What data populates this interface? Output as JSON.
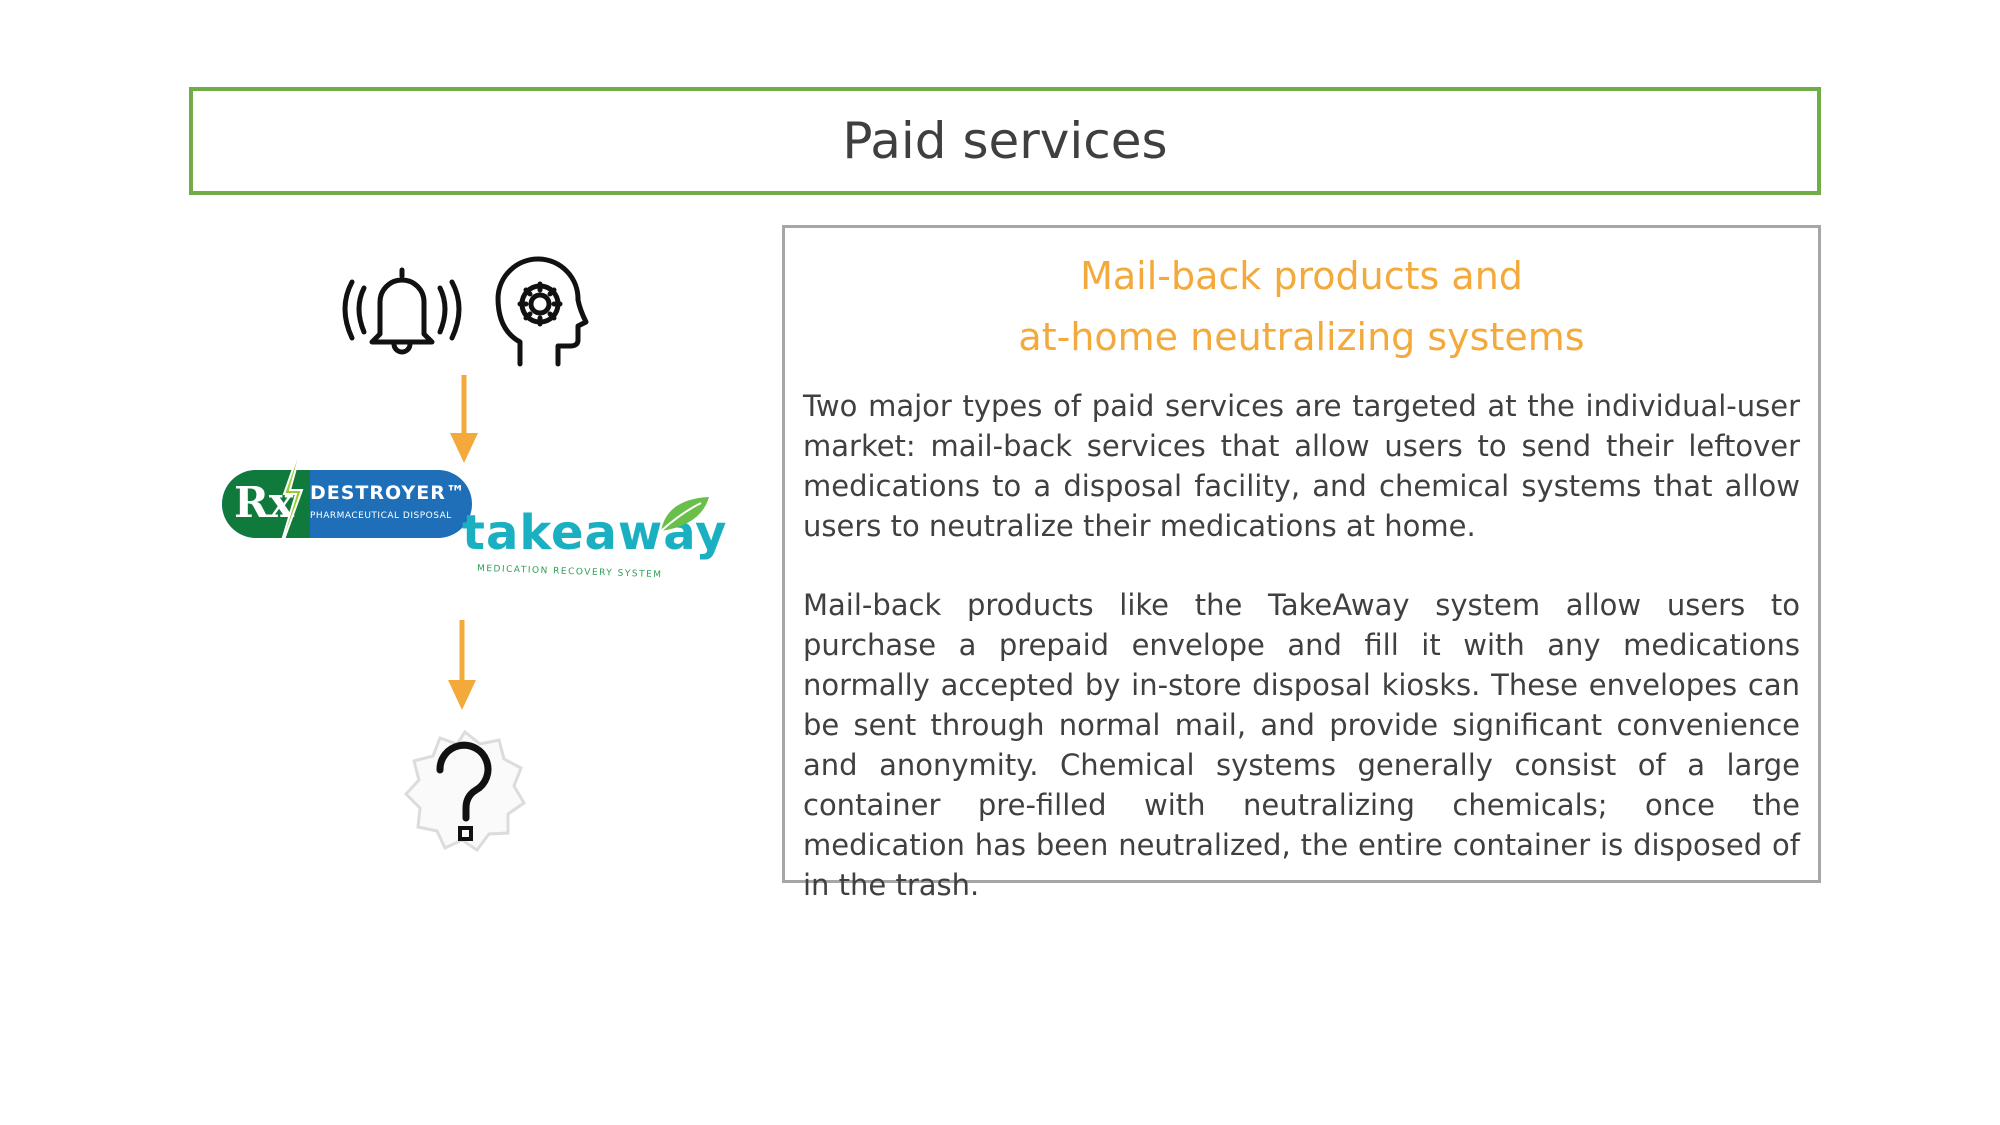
{
  "title": "Paid services",
  "panel": {
    "heading_line1": "Mail-back products and",
    "heading_line2": "at-home neutralizing systems",
    "paragraph1": "Two major types of paid services are targeted at the individual-user market: mail-back services that allow users to send their leftover medications to a disposal facility, and chemical systems that allow users to neutralize their medications at home.",
    "paragraph2": "Mail-back products like the TakeAway system allow users to purchase a prepaid envelope and fill it with any medications normally accepted by in-store disposal kiosks. These envelopes can be sent through normal mail, and provide significant convenience and anonymity. Chemical systems generally consist of a large container pre-filled with neutralizing chemicals; once the medication has been neutralized, the entire container is disposed of in the trash."
  },
  "graphics": {
    "icons": [
      "bell-ringing-icon",
      "head-gear-icon",
      "arrow-down-icon",
      "arrow-down-icon",
      "question-badge-icon"
    ],
    "logo_rx": {
      "letters": "Rx",
      "name": "DESTROYER™",
      "tagline": "PHARMACEUTICAL DISPOSAL"
    },
    "logo_takeaway": {
      "name": "takeaway",
      "tagline": "MEDICATION RECOVERY SYSTEM"
    }
  },
  "colors": {
    "title_border": "#70ad47",
    "panel_border": "#a6a6a6",
    "heading": "#f4a93b",
    "arrow": "#f4a93b",
    "body_text": "#404040"
  }
}
